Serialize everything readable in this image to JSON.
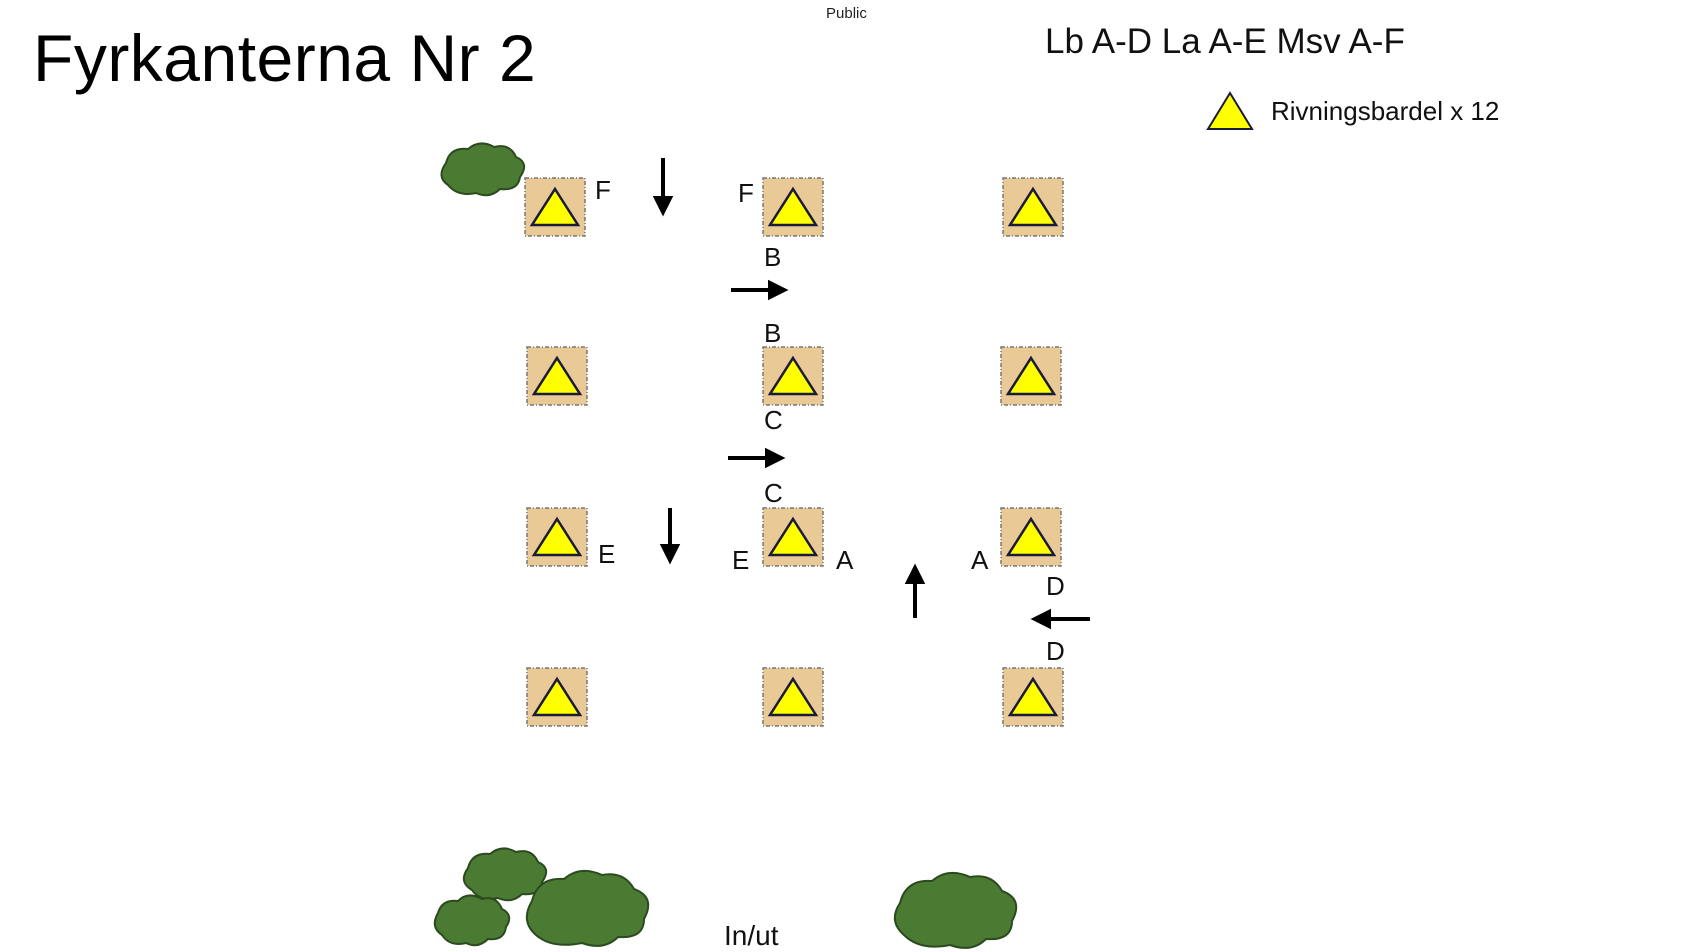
{
  "header": {
    "classification": "Public"
  },
  "title": "Fyrkanterna Nr 2",
  "codes": "Lb A-D La A-E Msv A-F",
  "legend": {
    "icon": "yellow-triangle-icon",
    "label": "Rivningsbardel x 12"
  },
  "colors": {
    "tile": "#e9c996",
    "tile_border": "#777777",
    "triangle": "#ffff00",
    "bush": "#4b7b33",
    "bush_outline": "#2c4a1f",
    "arrow": "#000000"
  },
  "markers": [
    {
      "letter": "F"
    },
    {
      "letter": "F"
    },
    {
      "letter": "B"
    },
    {
      "letter": "B"
    },
    {
      "letter": "C"
    },
    {
      "letter": "C"
    },
    {
      "letter": "E"
    },
    {
      "letter": "E"
    },
    {
      "letter": "A"
    },
    {
      "letter": "A"
    },
    {
      "letter": "D"
    },
    {
      "letter": "D"
    }
  ],
  "arrows": [
    {
      "direction": "down"
    },
    {
      "direction": "right"
    },
    {
      "direction": "right"
    },
    {
      "direction": "down"
    },
    {
      "direction": "up"
    },
    {
      "direction": "left"
    }
  ],
  "tiles_count": 12,
  "entry_label": "In/ut"
}
